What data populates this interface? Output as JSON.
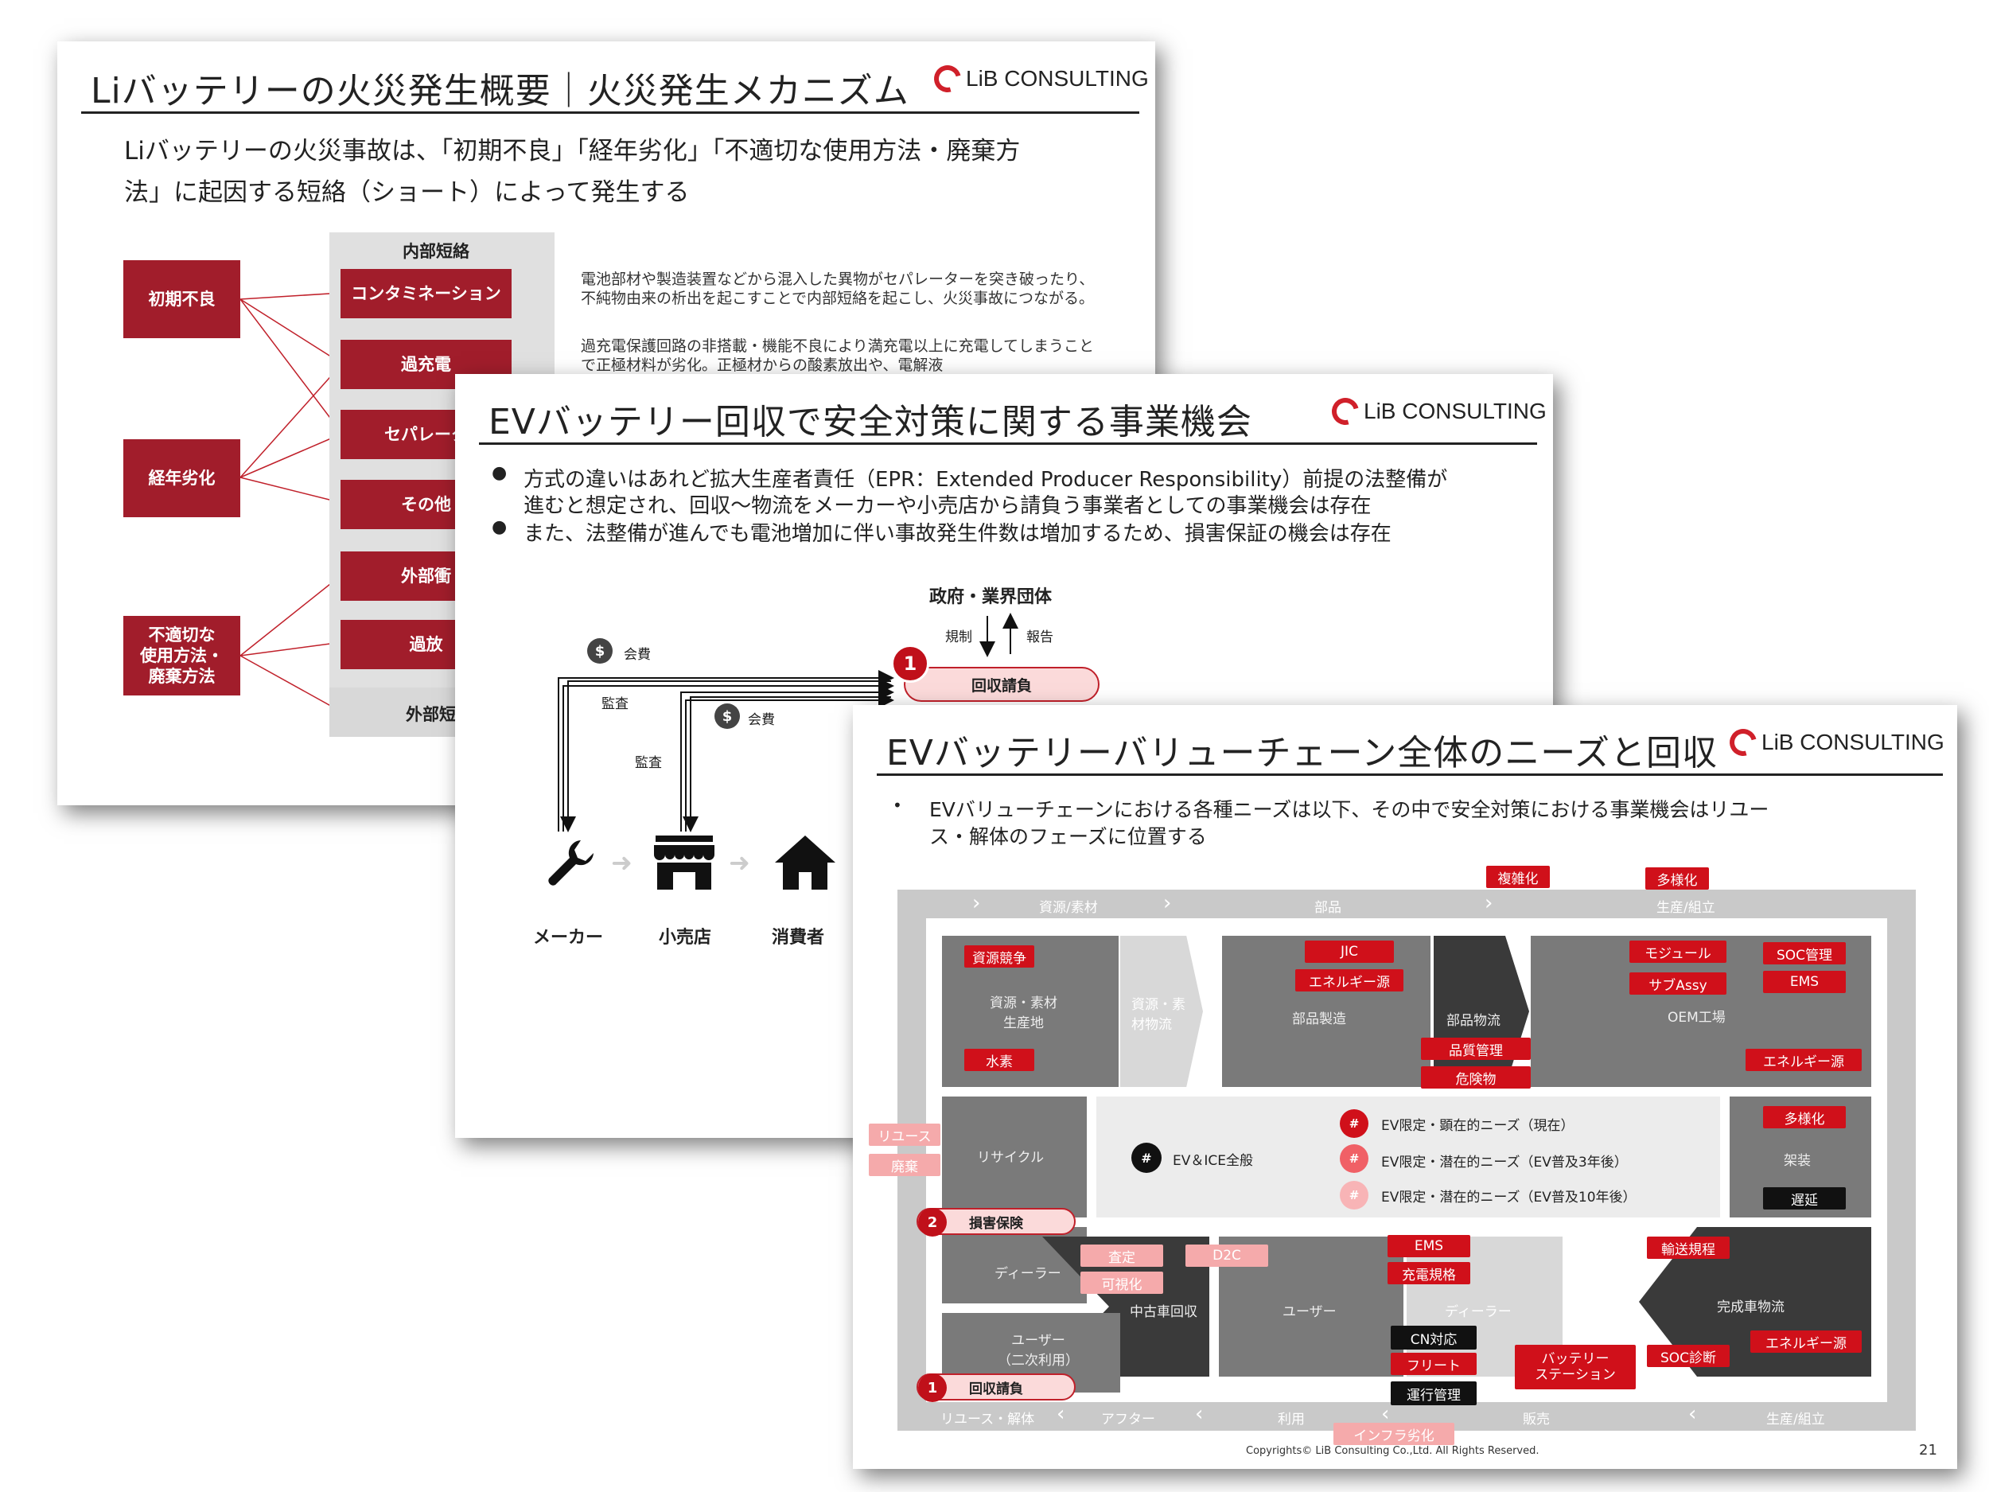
{
  "logo_text": "LiB CONSULTING",
  "slide1": {
    "title": "Liバッテリーの火災発生概要｜火災発生メカニズム",
    "intro_line1": "Liバッテリーの火災事故は、「初期不良」「経年劣化」「不適切な使用方法・廃棄方",
    "intro_line2": "法」に起因する短絡（ショート）によって発生する",
    "causes": [
      "初期不良",
      "経年劣化",
      "不適切な\n使用方法・\n廃棄方法"
    ],
    "internal_header": "内部短絡",
    "internal_items": [
      "コンタミネーション",
      "過充電",
      "セパレータ",
      "その他"
    ],
    "external_items": [
      "外部衝",
      "過放"
    ],
    "external_header": "外部短",
    "desc1": "電池部材や製造装置などから混入した異物がセパレーターを突き破ったり、不純物由来の析出を起こすことで内部短絡を起こし、火災事故につながる。",
    "desc2": "過充電保護回路の非搭載・機能不良により満充電以上に充電してしまうことで正極材料が劣化。正極材からの酸素放出や、電解液"
  },
  "slide2": {
    "title": "EVバッテリー回収で安全対策に関する事業機会",
    "bullet1_line1": "方式の違いはあれど拡大生産者責任（EPR：Extended Producer Responsibility）前提の法整備が",
    "bullet1_line2": "進むと想定され、回収〜物流をメーカーや小売店から請負う事業者としての事業機会は存在",
    "bullet2": "また、法整備が進んでも電池増加に伴い事故発生件数は増加するため、損害保証の機会は存在",
    "gov": "政府・業界団体",
    "regulation": "規制",
    "report": "報告",
    "fee": "会費",
    "audit": "監査",
    "collection_num": "1",
    "collection": "回収請負",
    "maker": "メーカー",
    "retailer": "小売店",
    "consumer": "消費者"
  },
  "slide3": {
    "title": "EVバッテリーバリューチェーン全体のニーズと回収",
    "bullet_line1": "EVバリューチェーンにおける各種ニーズは以下、その中で安全対策における事業機会はリユー",
    "bullet_line2": "ス・解体のフェーズに位置する",
    "top_stages": [
      "資源/素材",
      "部品",
      "生産/組立"
    ],
    "bottom_stages": [
      "リユース・解体",
      "アフター",
      "利用",
      "販売",
      "生産/組立"
    ],
    "blocks": {
      "resource": "資源・素材\n生産地",
      "resource_logistics": "資源・素\n材物流",
      "parts_mfg": "部品製造",
      "parts_logistics": "部品物流",
      "oem": "OEM工場",
      "recycle": "リサイクル",
      "dealer_left": "ディーラー",
      "used_car": "中古車回収",
      "user": "ユーザー",
      "dealer_right": "ディーラー",
      "vehicle_logistics": "完成車物流",
      "user2": "ユーザー\n（二次利用）",
      "outfit": "架装"
    },
    "legend": {
      "all_icon": "#",
      "all": "EV＆ICE全般",
      "l1": "EV限定・顕在的ニーズ（現在）",
      "l2": "EV限定・潜在的ニーズ（EV普及3年後）",
      "l3": "EV限定・潜在的ニーズ（EV普及10年後）"
    },
    "tags": {
      "complex": "複雑化",
      "diverse_top": "多様化",
      "resource_compete": "資源競争",
      "hydrogen": "水素",
      "jic": "JIC",
      "energy_src1": "エネルギー源",
      "quality": "品質管理",
      "hazard": "危険物",
      "module": "モジュール",
      "subassy": "サブAssy",
      "soc_mgmt": "SOC管理",
      "ems1": "EMS",
      "energy_src2": "エネルギー源",
      "diverse_right": "多様化",
      "delay": "遅延",
      "reuse": "リユース",
      "disposal": "廃棄",
      "insurance_num": "2",
      "insurance": "損害保険",
      "appraisal": "査定",
      "visualize": "可視化",
      "d2c": "D2C",
      "ems2": "EMS",
      "charge_std": "充電規格",
      "cn": "CN対応",
      "fleet": "フリート",
      "operation": "運行管理",
      "battery_station": "バッテリー\nステーション",
      "transport_reg": "輸送規程",
      "soc_diag": "SOC診断",
      "energy_src3": "エネルギー源",
      "infra": "インフラ劣化",
      "collect_num": "1",
      "collect": "回収請負"
    },
    "copyright": "Copyrights© LiB Consulting Co.,Ltd. All Rights Reserved.",
    "page": "21"
  }
}
